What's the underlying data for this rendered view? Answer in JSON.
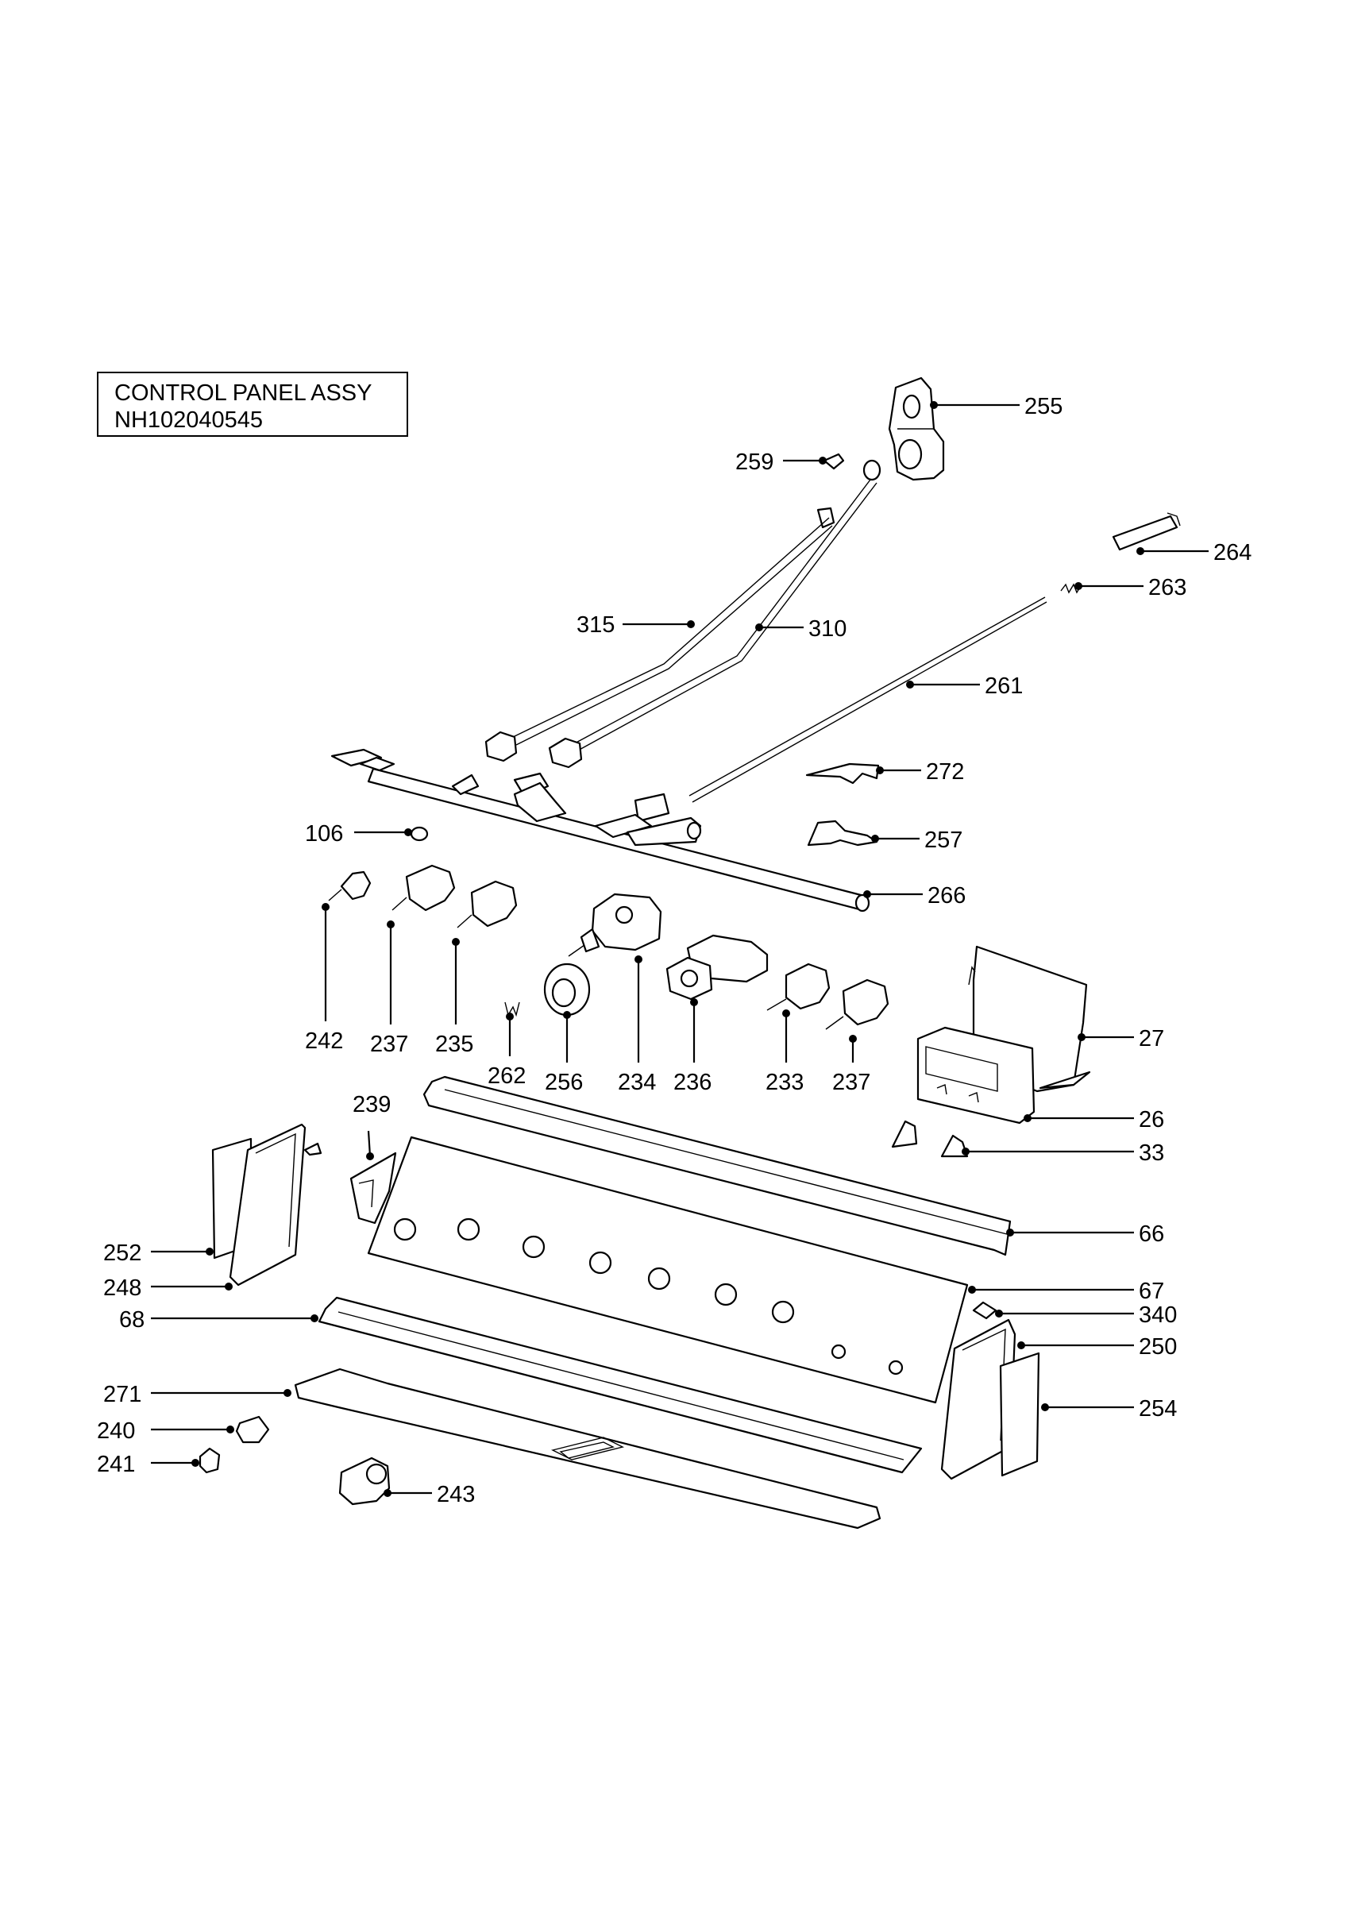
{
  "title": {
    "line1": "CONTROL PANEL ASSY",
    "line2": "NH102040545"
  },
  "callouts": {
    "c255": "255",
    "c259": "259",
    "c264": "264",
    "c263": "263",
    "c315": "315",
    "c310": "310",
    "c261": "261",
    "c272": "272",
    "c106": "106",
    "c257": "257",
    "c266": "266",
    "c242": "242",
    "c237a": "237",
    "c235": "235",
    "c262": "262",
    "c256": "256",
    "c234": "234",
    "c236": "236",
    "c233": "233",
    "c237b": "237",
    "c27": "27",
    "c26": "26",
    "c33": "33",
    "c239": "239",
    "c66": "66",
    "c252": "252",
    "c248": "248",
    "c67": "67",
    "c68": "68",
    "c340": "340",
    "c250": "250",
    "c271": "271",
    "c254": "254",
    "c240": "240",
    "c241": "241",
    "c243": "243"
  }
}
